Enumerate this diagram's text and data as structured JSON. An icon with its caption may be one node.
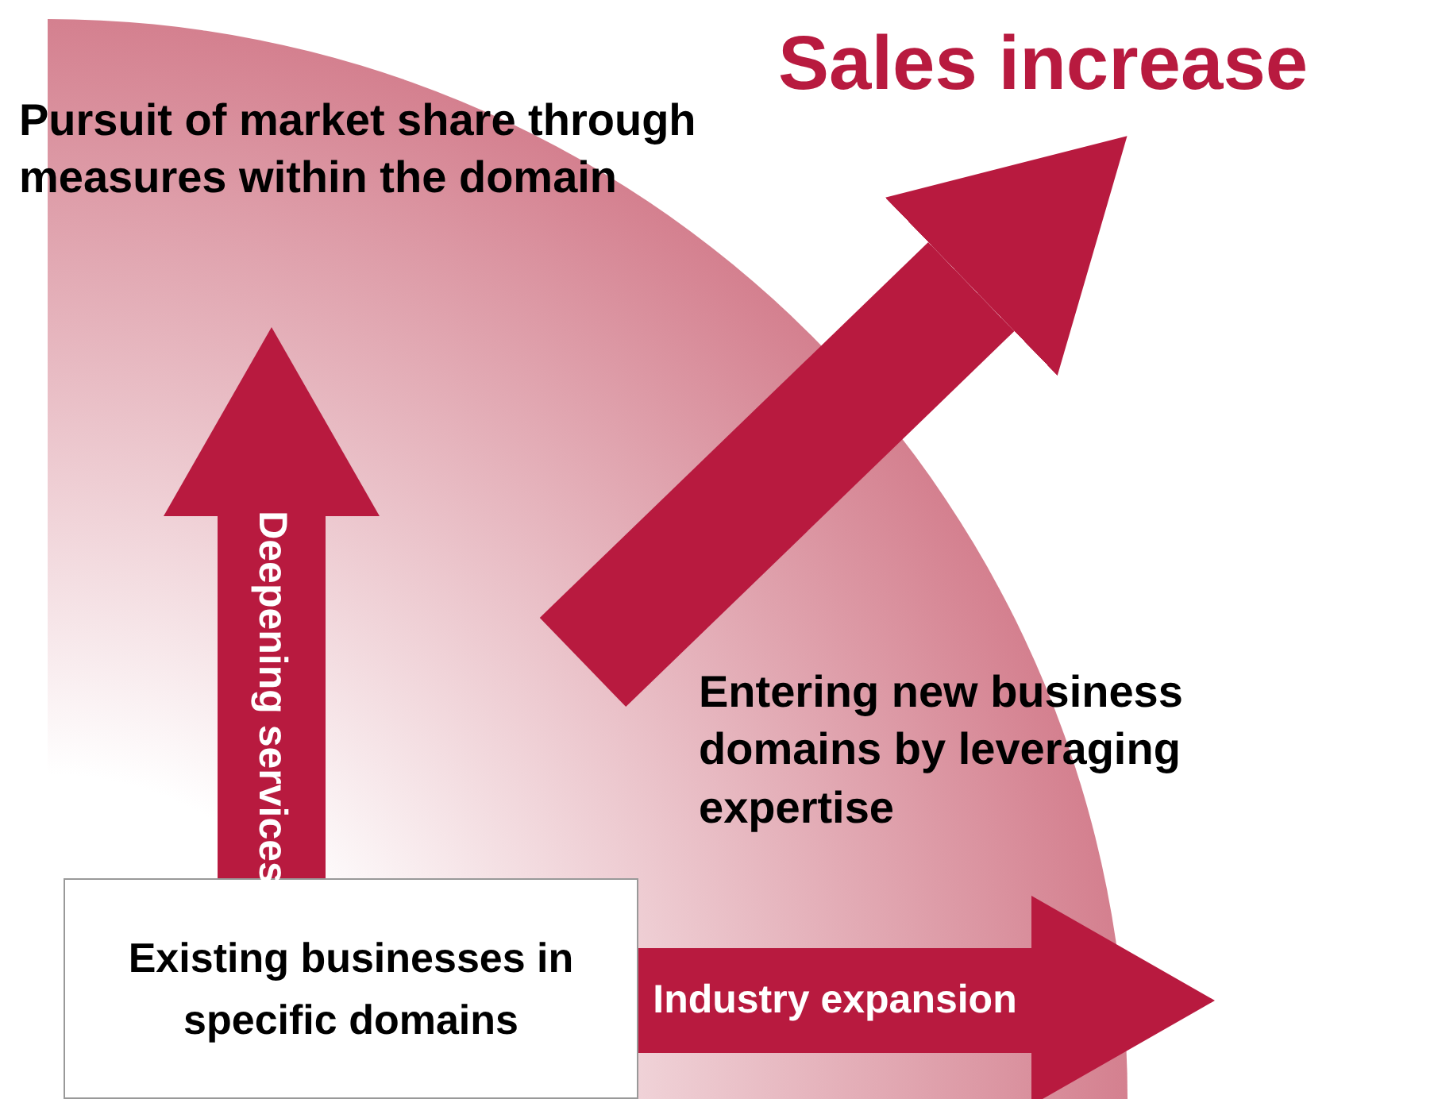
{
  "diagram": {
    "nodes": [
      {
        "text": [
          "Existing businesses in specific domains"
        ]
      },
      {
        "text": [
          "Pursuit of market share through measures within the domain"
        ]
      },
      {
        "text": [
          "Entering new business domains by leveraging expertise"
        ]
      },
      {
        "text": [
          "Sales increase"
        ]
      }
    ],
    "edges": [
      {
        "from": 0,
        "to": 1,
        "arrow": "to",
        "label": "Deepening services"
      },
      {
        "from": 0,
        "to": 2,
        "arrow": "to",
        "label": "Industry expansion"
      },
      {
        "from": null,
        "to": 3,
        "arrow": "to"
      }
    ]
  }
}
